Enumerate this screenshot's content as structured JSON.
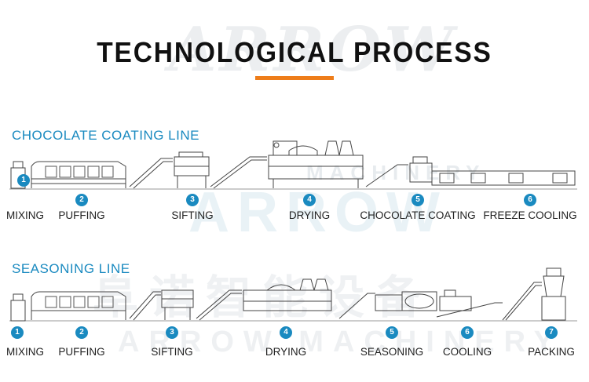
{
  "title": "TECHNOLOGICAL PROCESS",
  "accent_color": "#ee7d1a",
  "brand_color": "#1a8ac0",
  "watermarks": {
    "logo_text": "ARROW",
    "machinery_text": "MACHINERY",
    "bottom_text": "ARROW MACHINERY",
    "chinese_text": "阜诺智能设备"
  },
  "lines": [
    {
      "name": "CHOCOLATE COATING LINE",
      "steps": [
        {
          "num": "1",
          "label": "MIXING"
        },
        {
          "num": "2",
          "label": "PUFFING"
        },
        {
          "num": "3",
          "label": "SIFTING"
        },
        {
          "num": "4",
          "label": "DRYING"
        },
        {
          "num": "5",
          "label": "CHOCOLATE COATING"
        },
        {
          "num": "6",
          "label": "FREEZE COOLING"
        }
      ]
    },
    {
      "name": "SEASONING LINE",
      "steps": [
        {
          "num": "1",
          "label": "MIXING"
        },
        {
          "num": "2",
          "label": "PUFFING"
        },
        {
          "num": "3",
          "label": "SIFTING"
        },
        {
          "num": "4",
          "label": "DRYING"
        },
        {
          "num": "5",
          "label": "SEASONING"
        },
        {
          "num": "6",
          "label": "COOLING"
        },
        {
          "num": "7",
          "label": "PACKING"
        }
      ]
    }
  ]
}
